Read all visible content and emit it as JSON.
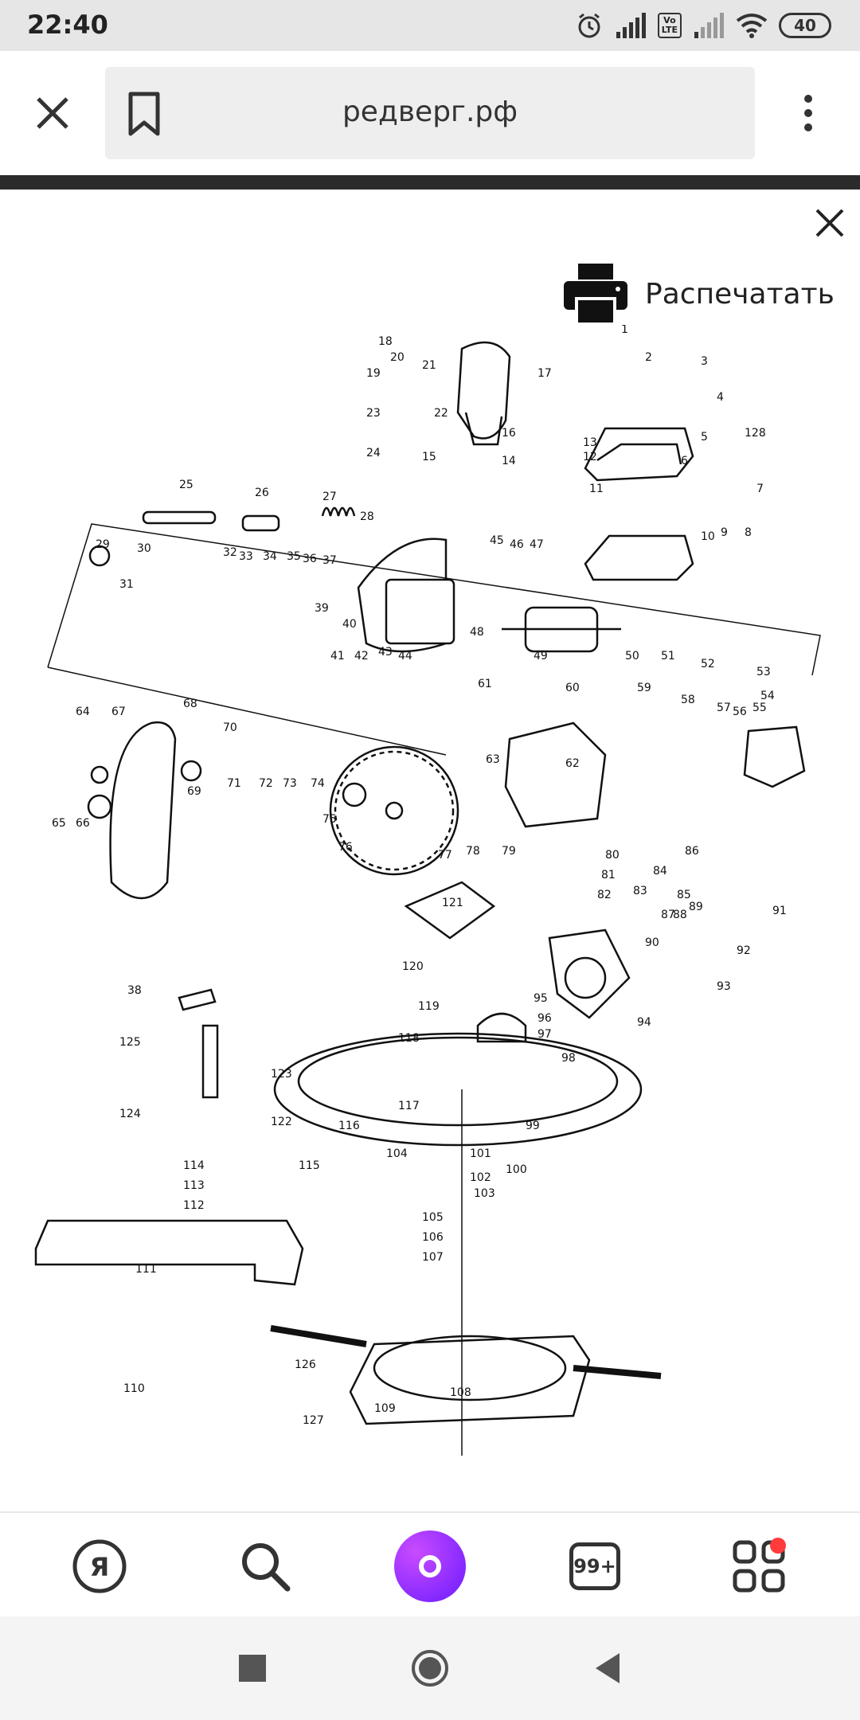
{
  "status_bar": {
    "time": "22:40",
    "volte": "Vo\nLTE",
    "battery": "40",
    "icons": [
      "alarm-icon",
      "signal-icon",
      "volte-icon",
      "signal-icon-2",
      "wifi-icon",
      "battery-icon"
    ]
  },
  "toolbar": {
    "url": "редверг.рф",
    "icons": [
      "close-icon",
      "bookmark-icon",
      "more-vert-icon"
    ]
  },
  "viewer": {
    "print_label": "Распечатать",
    "icons": [
      "close-icon",
      "printer-icon"
    ]
  },
  "diagram": {
    "part_numbers": [
      "1",
      "2",
      "3",
      "4",
      "5",
      "6",
      "7",
      "8",
      "9",
      "10",
      "11",
      "12",
      "13",
      "14",
      "15",
      "16",
      "17",
      "18",
      "19",
      "20",
      "21",
      "22",
      "23",
      "24",
      "25",
      "26",
      "27",
      "28",
      "29",
      "30",
      "31",
      "32",
      "33",
      "34",
      "35",
      "36",
      "37",
      "38",
      "39",
      "40",
      "41",
      "42",
      "43",
      "44",
      "45",
      "46",
      "47",
      "48",
      "49",
      "50",
      "51",
      "52",
      "53",
      "54",
      "55",
      "56",
      "57",
      "58",
      "59",
      "60",
      "61",
      "62",
      "63",
      "64",
      "65",
      "66",
      "67",
      "68",
      "69",
      "70",
      "71",
      "72",
      "73",
      "74",
      "75",
      "76",
      "77",
      "78",
      "79",
      "80",
      "81",
      "82",
      "83",
      "84",
      "85",
      "86",
      "87",
      "88",
      "89",
      "90",
      "91",
      "92",
      "93",
      "94",
      "95",
      "96",
      "97",
      "98",
      "99",
      "100",
      "101",
      "102",
      "103",
      "104",
      "105",
      "106",
      "107",
      "108",
      "109",
      "110",
      "111",
      "112",
      "113",
      "114",
      "115",
      "116",
      "117",
      "118",
      "119",
      "120",
      "121",
      "122",
      "123",
      "124",
      "125",
      "126",
      "127",
      "128"
    ]
  },
  "bottom_nav": {
    "tabs_count": "99+",
    "icons": [
      "yandex-icon",
      "search-icon",
      "alice-icon",
      "tabs-icon",
      "apps-icon"
    ]
  },
  "system_nav": {
    "icons": [
      "recents-icon",
      "home-icon",
      "back-icon"
    ]
  }
}
